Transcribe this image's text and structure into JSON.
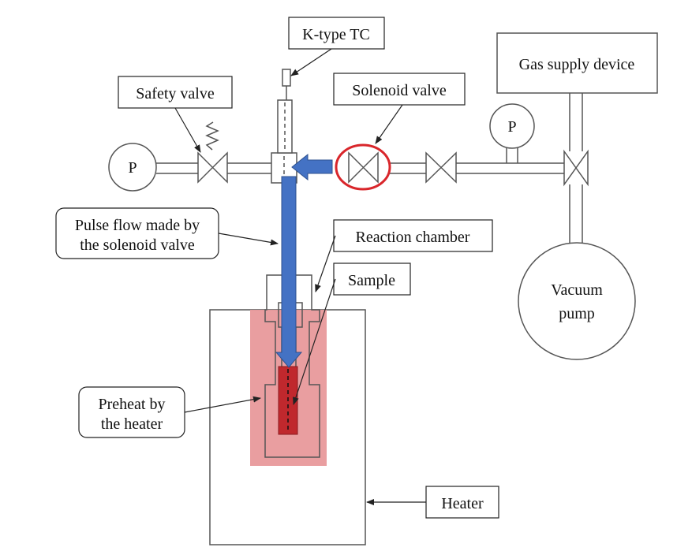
{
  "labels": {
    "k_type_tc": "K-type TC",
    "safety_valve": "Safety valve",
    "solenoid_valve": "Solenoid valve",
    "gas_supply_device": "Gas supply device",
    "pulse_flow_line1": "Pulse flow made by",
    "pulse_flow_line2": "the solenoid valve",
    "reaction_chamber": "Reaction chamber",
    "sample": "Sample",
    "vacuum_pump_line1": "Vacuum",
    "vacuum_pump_line2": "pump",
    "preheat_line1": "Preheat by",
    "preheat_line2": "the heater",
    "heater": "Heater",
    "pressure_gauge_left": "P",
    "pressure_gauge_right": "P"
  },
  "colors": {
    "flow_arrow": "#4472c4",
    "flow_arrow_edge": "#2f528f",
    "solenoid_highlight": "#d9262b",
    "heated_zone": "#e8999b",
    "sample": "#c0282d",
    "line": "#555555"
  }
}
